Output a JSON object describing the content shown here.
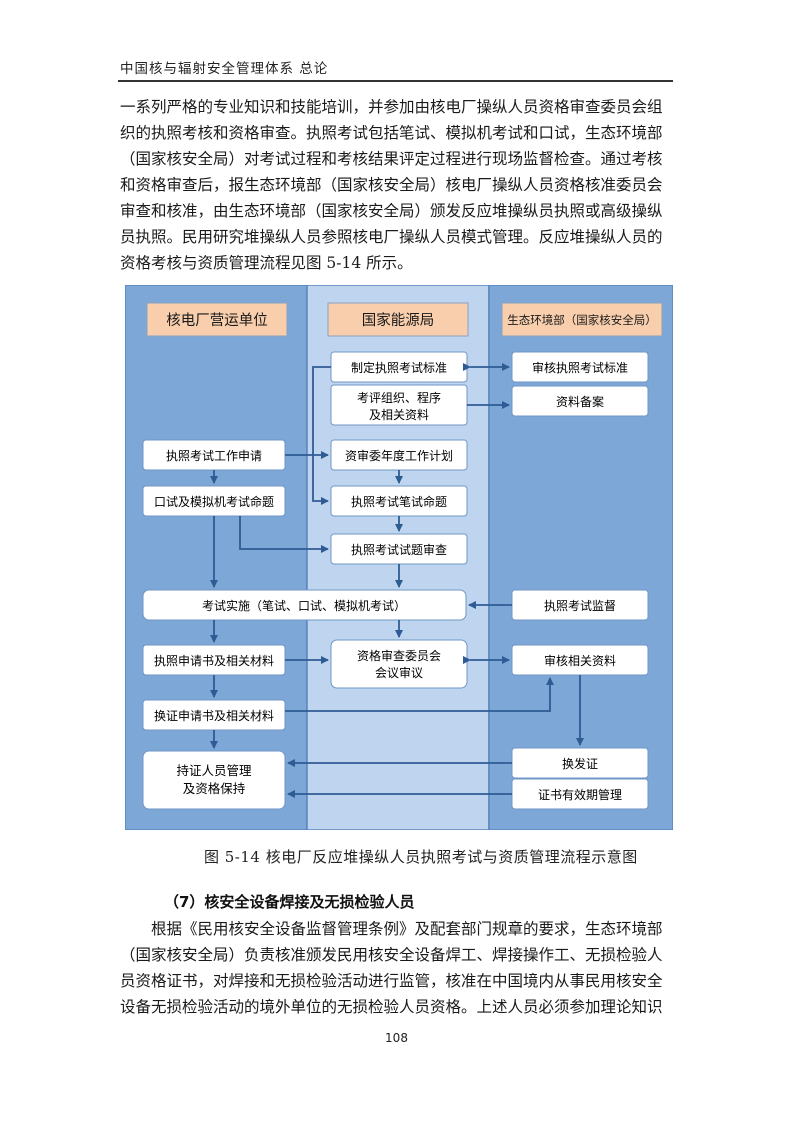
{
  "header": {
    "title": "中国核与辐射安全管理体系  总论"
  },
  "intro_lines": [
    "一系列严格的专业知识和技能培训，并参加由核电厂操纵人员资格审查委员会组",
    "织的执照考核和资格审查。执照考试包括笔试、模拟机考试和口试，生态环境部",
    "（国家核安全局）对考试过程和考核结果评定过程进行现场监督检查。通过考核",
    "和资格审查后，报生态环境部（国家核安全局）核电厂操纵人员资格核准委员会",
    "审查和核准，由生态环境部（国家核安全局）颁发反应堆操纵员执照或高级操纵",
    "员执照。民用研究堆操纵人员参照核电厂操纵人员模式管理。反应堆操纵人员的",
    "资格考核与资质管理流程见图 5-14 所示。"
  ],
  "flowchart": {
    "headers": {
      "col1": "核电厂营运单位",
      "col2": "国家能源局",
      "col3": "生态环境部（国家核安全局）"
    },
    "boxes": {
      "b1": "制定执照考试标准",
      "b2a": "考评组织、程序",
      "b2b": "及相关资料",
      "b3": "资审委年度工作计划",
      "b4": "执照考试笔试命题",
      "b5": "执照考试试题审查",
      "b6a": "资格审查委员会",
      "b6b": "会议审议",
      "a1": "执照考试工作申请",
      "a2": "口试及模拟机考试命题",
      "a3": "考试实施（笔试、口试、模拟机考试）",
      "a4": "执照申请书及相关材料",
      "a5": "换证申请书及相关材料",
      "a6a": "持证人员管理",
      "a6b": "及资格保持",
      "c1": "审核执照考试标准",
      "c2": "资料备案",
      "c3": "执照考试监督",
      "c4": "审核相关资料",
      "c5": "换发证",
      "c6": "证书有效期管理"
    },
    "colors": {
      "lane_outer": "#7ca7d6",
      "lane_middle": "#bfd5ef",
      "header_fill": "#f8ceac",
      "box_border": "#6f96c6",
      "arrow": "#2f5b95"
    }
  },
  "caption": "图 5-14    核电厂反应堆操纵人员执照考试与资质管理流程示意图",
  "section_heading": "（7）核安全设备焊接及无损检验人员",
  "body_lines": [
    "根据《民用核安全设备监督管理条例》及配套部门规章的要求，生态环境部",
    "（国家核安全局）负责核准颁发民用核安全设备焊工、焊接操作工、无损检验人",
    "员资格证书，对焊接和无损检验活动进行监管，核准在中国境内从事民用核安全",
    "设备无损检验活动的境外单位的无损检验人员资格。上述人员必须参加理论知识"
  ],
  "page_number": "108"
}
